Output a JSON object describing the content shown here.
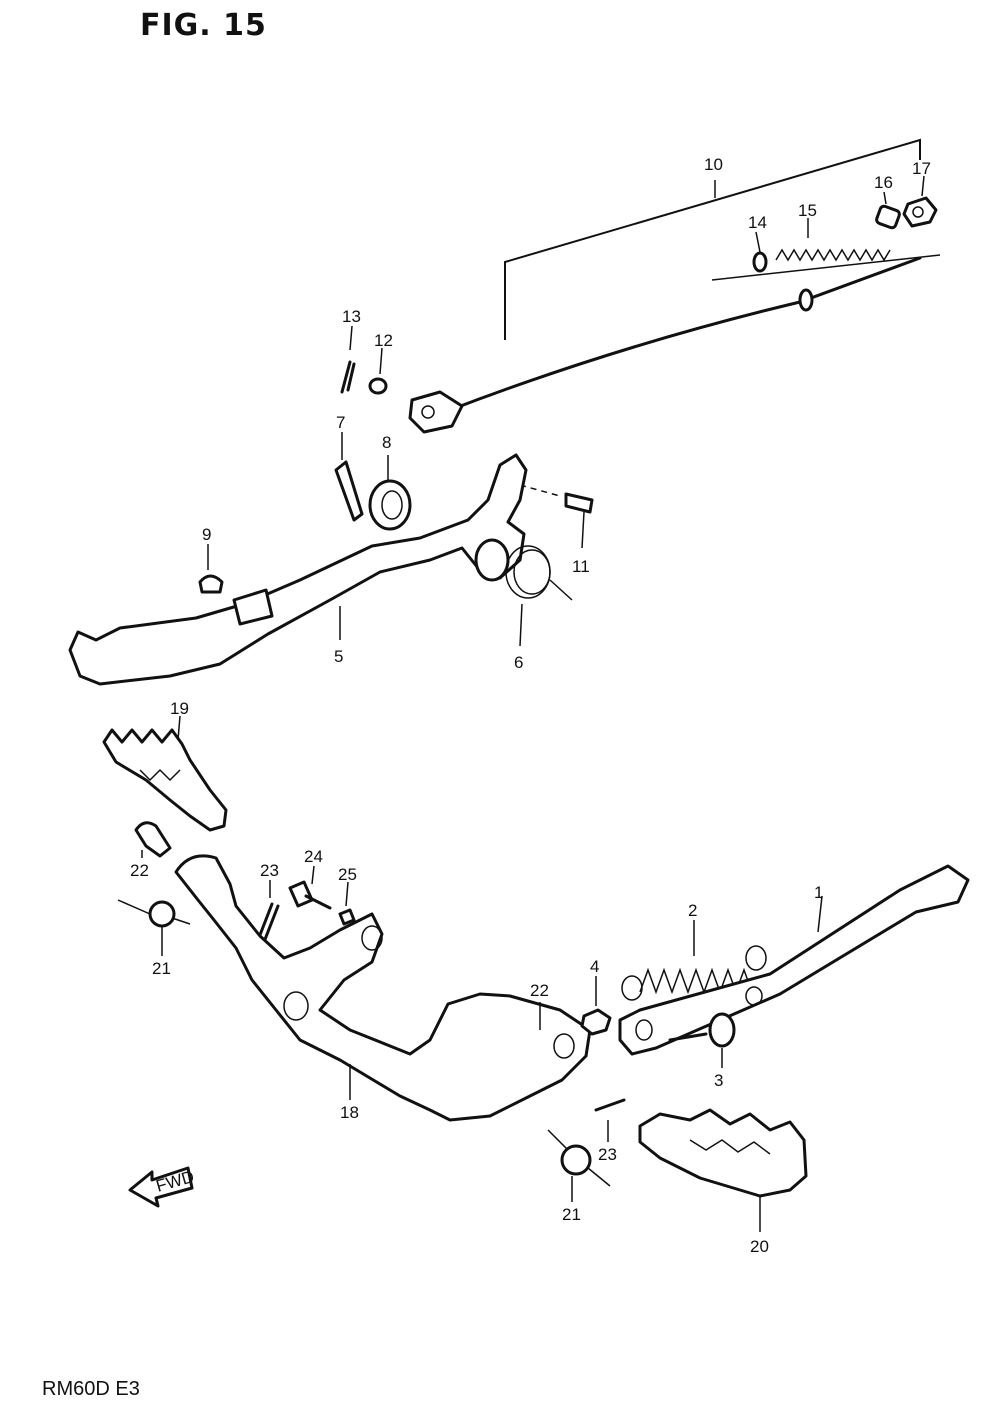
{
  "figure": {
    "title": "FIG. 15",
    "model": "RM60D  E3",
    "arrow_label": "FWD"
  },
  "callouts": {
    "c1": "1",
    "c2": "2",
    "c3": "3",
    "c4": "4",
    "c5": "5",
    "c6": "6",
    "c7": "7",
    "c8": "8",
    "c9": "9",
    "c10": "10",
    "c11": "11",
    "c12": "12",
    "c13": "13",
    "c14": "14",
    "c15": "15",
    "c16": "16",
    "c17": "17",
    "c18": "18",
    "c19": "19",
    "c20": "20",
    "c21a": "21",
    "c21b": "21",
    "c22a": "22",
    "c22b": "22",
    "c23a": "23",
    "c23b": "23",
    "c24": "24",
    "c25": "25"
  }
}
